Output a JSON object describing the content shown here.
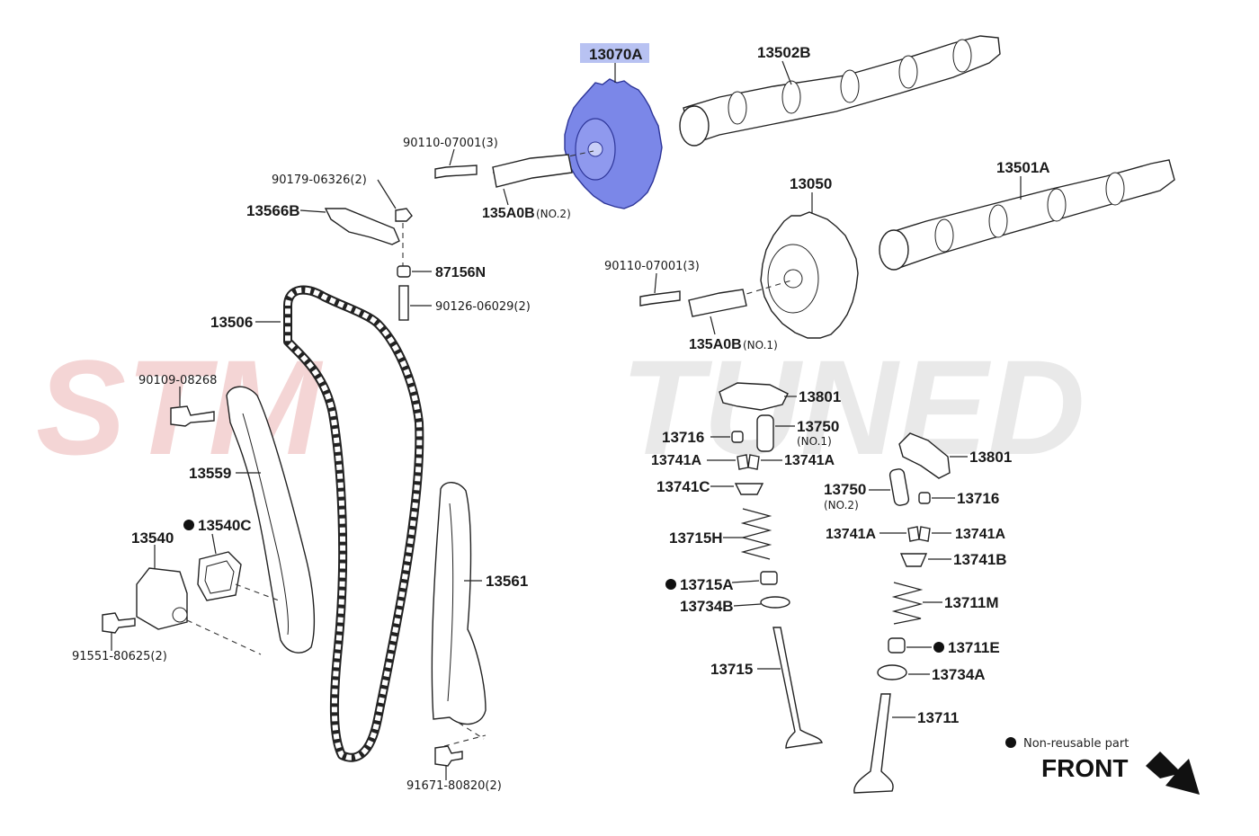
{
  "watermark": {
    "left": "STM",
    "right": "TUNED",
    "left_color": "#f4d5d5",
    "right_color": "#e6e6e6"
  },
  "highlight": {
    "part_number": "13070A",
    "color": "#7b87e8"
  },
  "labels": {
    "p13070A": "13070A",
    "p13502B": "13502B",
    "p13501A": "13501A",
    "p13050": "13050",
    "b90110a": "90110-07001(3)",
    "b90110b": "90110-07001(3)",
    "b90179": "90179-06326(2)",
    "p13566B": "13566B",
    "p135A0B_1": "135A0B",
    "p135A0B_1_sub": "(NO.2)",
    "p135A0B_2": "135A0B",
    "p135A0B_2_sub": "(NO.1)",
    "p87156N": "87156N",
    "p90126": "90126-06029(2)",
    "p13506": "13506",
    "p90109": "90109-08268",
    "p13559": "13559",
    "p13540": "13540",
    "p13540C": "13540C",
    "p91551": "91551-80625(2)",
    "p13561": "13561",
    "p91671": "91671-80820(2)",
    "p13801a": "13801",
    "p13750a": "13750",
    "p13750a_sub": "(NO.1)",
    "p13716a": "13716",
    "p13741A_1": "13741A",
    "p13741A_2": "13741A",
    "p13741C": "13741C",
    "p13715H": "13715H",
    "p13715A": "13715A",
    "p13734B": "13734B",
    "p13715": "13715",
    "p13801b": "13801",
    "p13750b": "13750",
    "p13750b_sub": "(NO.2)",
    "p13716b": "13716",
    "p13741A_3": "13741A",
    "p13741A_4": "13741A",
    "p13741B": "13741B",
    "p13711M": "13711M",
    "p13711E": "13711E",
    "p13734A": "13734A",
    "p13711": "13711"
  },
  "legend": {
    "text": "Non-reusable part",
    "marker": "filled-circle"
  },
  "front": {
    "text": "FRONT",
    "icon": "arrow-down-right-icon"
  }
}
